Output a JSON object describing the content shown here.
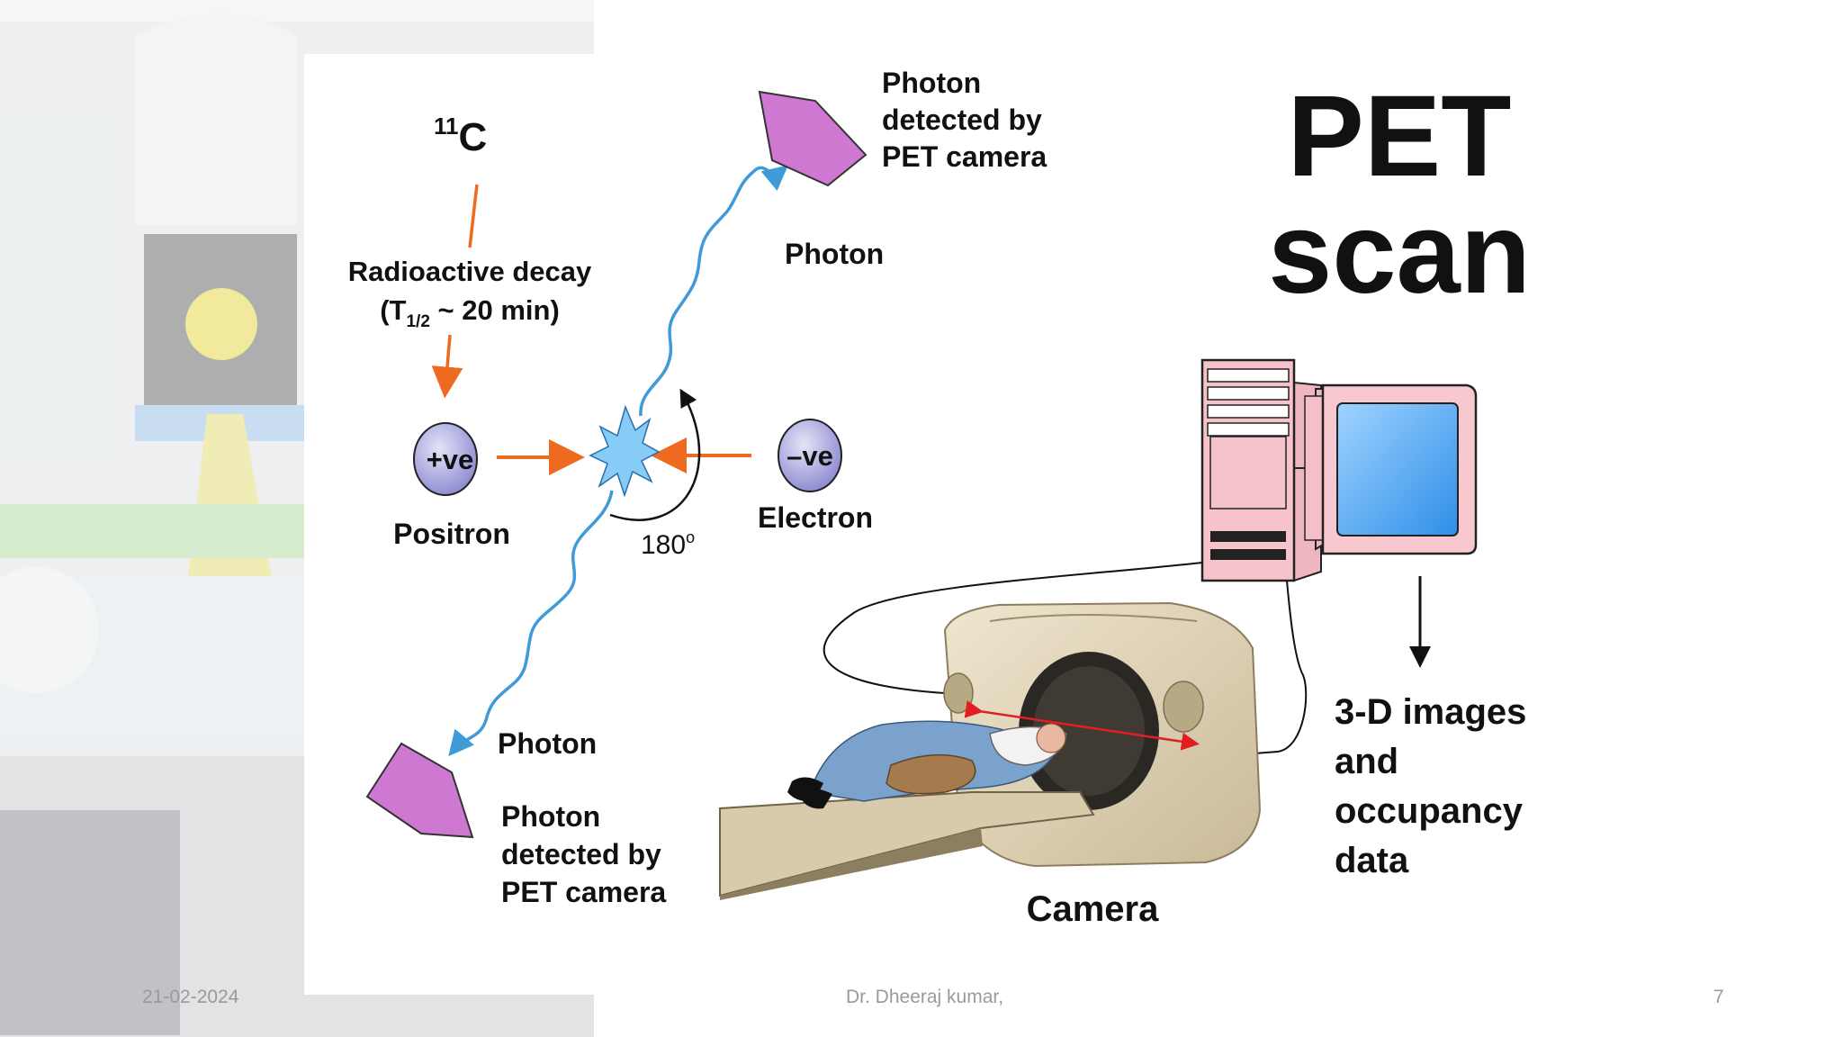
{
  "title": {
    "line1": "PET",
    "line2": "scan"
  },
  "decay": {
    "isotope_mass": "11",
    "isotope_symbol": "C",
    "label_line1": "Radioactive decay",
    "halflife_open": "(T",
    "halflife_sub": "1/2",
    "halflife_rest": " ~ 20 min)"
  },
  "positron": {
    "symbol": "+ve",
    "label": "Positron"
  },
  "electron": {
    "symbol": "–ve",
    "label": "Electron"
  },
  "angle": {
    "value": "180",
    "unit": "o"
  },
  "photon_top": {
    "label": "Photon",
    "detector_label": [
      "Photon",
      "detected by",
      "PET camera"
    ]
  },
  "photon_bottom": {
    "label": "Photon",
    "detector_label": [
      "Photon",
      "detected by",
      "PET camera"
    ]
  },
  "camera_label": "Camera",
  "output_label": [
    "3-D images",
    "and",
    "occupancy",
    "data"
  ],
  "footer": {
    "date": "21-02-2024",
    "author": "Dr. Dheeraj kumar,",
    "page": "7"
  },
  "colors": {
    "arrow_orange": "#ee6a1e",
    "photon_blue": "#3f9ad8",
    "detector": "#cf78d2",
    "particle": "#9c9ad8"
  }
}
